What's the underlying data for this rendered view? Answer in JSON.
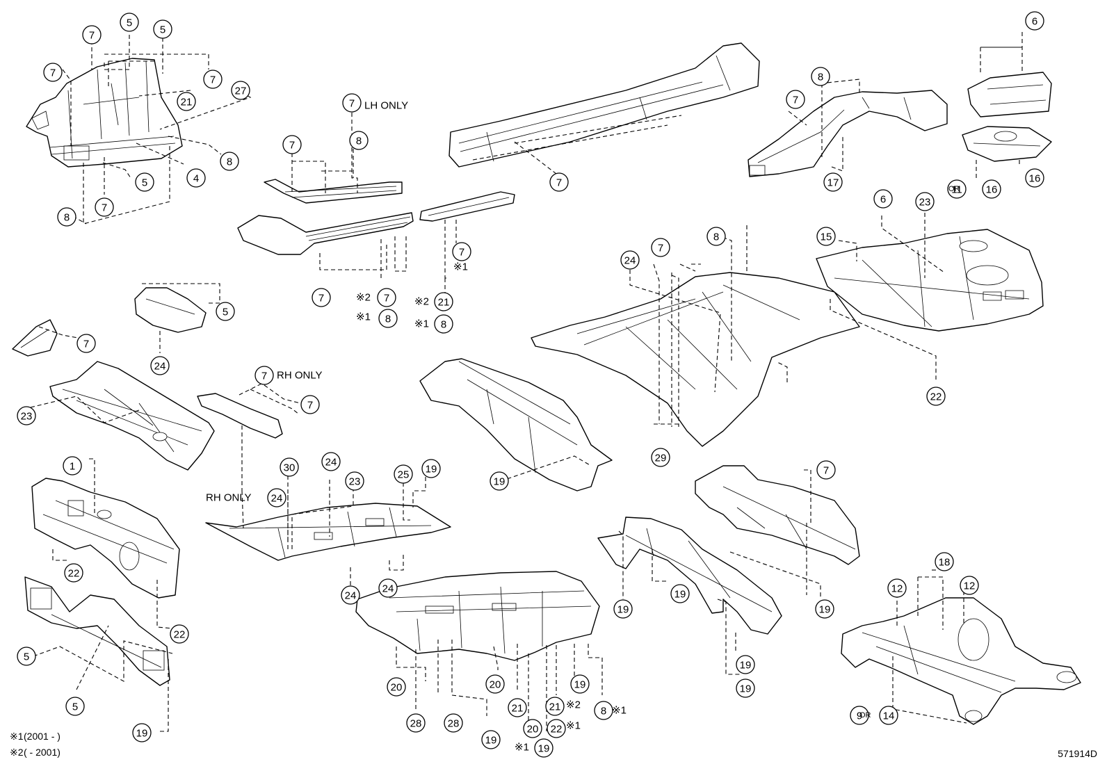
{
  "diagram_code": "571914D",
  "legend": [
    {
      "mark": "※1",
      "text": "(2001 -       )"
    },
    {
      "mark": "※2",
      "text": "(        - 2001)"
    }
  ],
  "labels": {
    "lh_only": "LH ONLY",
    "rh_only": "RH ONLY",
    "rh_only_2": "RH ONLY",
    "or": "OR",
    "m1": "※1",
    "m2": "※2"
  },
  "callouts": {
    "c01": "7",
    "c02": "5",
    "c03": "5",
    "c04": "7",
    "c05": "7",
    "c06": "21",
    "c07": "27",
    "c08": "8",
    "c09": "4",
    "c10": "5",
    "c11": "7",
    "c12": "8",
    "c13": "7",
    "c14": "8",
    "c15": "7",
    "c16": "7",
    "c17": "7",
    "c18": "7",
    "c19": "21",
    "c20": "8",
    "c21": "8",
    "c22": "7",
    "c23": "8",
    "c24": "7",
    "c25": "17",
    "c26": "6",
    "c27": "11",
    "c28": "16",
    "c29": "16",
    "c30": "5",
    "c31": "24",
    "c32": "7",
    "c33": "23",
    "c34": "7",
    "c35": "7",
    "c36": "24",
    "c37": "7",
    "c38": "8",
    "c39": "29",
    "c40": "6",
    "c41": "23",
    "c42": "15",
    "c43": "22",
    "c44": "19",
    "c45": "1",
    "c46": "22",
    "c47": "22",
    "c48": "5",
    "c49": "5",
    "c50": "19",
    "c51": "30",
    "c52": "24",
    "c53": "23",
    "c54": "25",
    "c55": "19",
    "c56": "24",
    "c57": "24",
    "c58": "24",
    "c59": "19",
    "c60": "19",
    "c61": "19",
    "c62": "19",
    "c63": "7",
    "c64": "19",
    "c65": "20",
    "c66": "28",
    "c67": "28",
    "c68": "20",
    "c69": "19",
    "c70": "21",
    "c71": "20",
    "c72": "21",
    "c73": "22",
    "c74": "19",
    "c75": "19",
    "c76": "8",
    "c77": "12",
    "c78": "18",
    "c79": "12",
    "c80": "9",
    "c81": "14"
  }
}
